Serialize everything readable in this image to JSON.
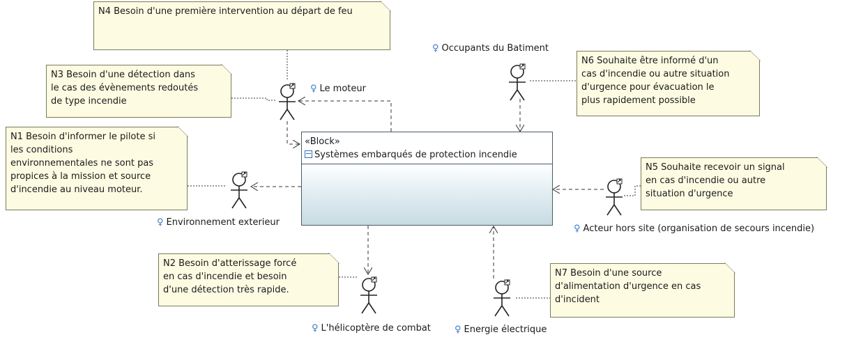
{
  "block": {
    "stereotype": "«Block»",
    "name": "Systèmes embarqués de protection incendie"
  },
  "actors": {
    "moteur": "Le moteur",
    "occupants": "Occupants du Batiment",
    "environnement": "Environnement exterieur",
    "hors_site": "Acteur hors site (organisation de secours incendie)",
    "helicoptere": "L'hélicoptère de combat",
    "energie": "Energie électrique"
  },
  "notes": {
    "n4": "N4 Besoin d'une première intervention au départ de feu",
    "n3": [
      "N3 Besoin d'une détection dans",
      "le cas des évènements redoutés",
      "de type incendie"
    ],
    "n1": [
      "N1 Besoin d'informer le pilote si",
      "les conditions",
      "environnementales ne sont pas",
      "propices à la mission et source",
      "d'incendie au niveau moteur."
    ],
    "n6": [
      "N6 Souhaite être informé d'un",
      "cas d'incendie ou autre situation",
      "d'urgence pour évacuation le",
      "plus rapidement possible"
    ],
    "n5": [
      "N5 Souhaite recevoir un signal",
      "en cas d'incendie ou autre",
      "situation d'urgence"
    ],
    "n2": [
      "N2 Besoin d'atterissage forcé",
      "en cas d'incendie et besoin",
      "d'une détection très rapide."
    ],
    "n7": [
      "N7 Besoin d'une source",
      "d'alimentation d'urgence en cas",
      "d'incident"
    ]
  },
  "colors": {
    "note_fill": "#fdfce3",
    "block_gradient_end": "#c7dbe3",
    "actor_icon": "#3a78c8"
  }
}
